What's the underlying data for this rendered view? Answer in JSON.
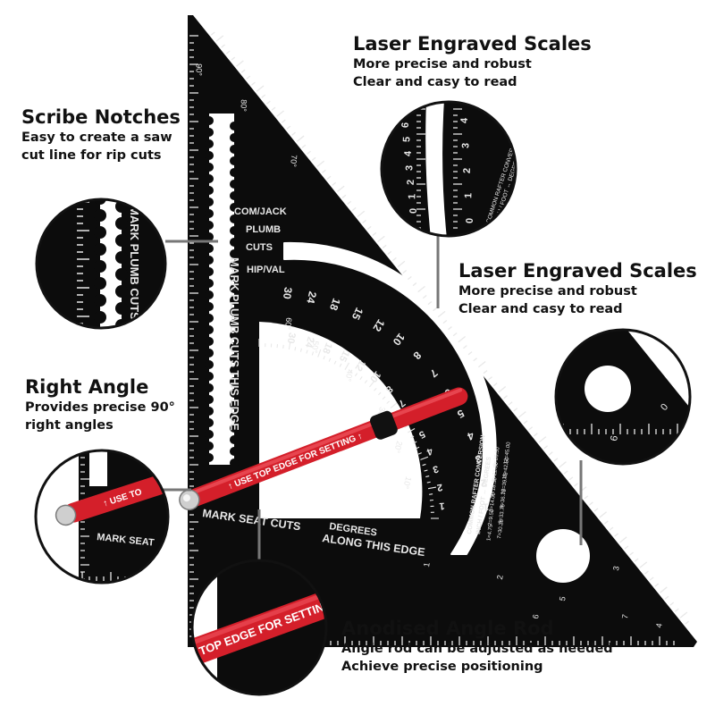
{
  "callouts": {
    "scribe": {
      "title": "Scribe Notches",
      "lines": [
        "Easy to create a saw",
        "cut line for rip cuts"
      ]
    },
    "laser_top": {
      "title": "Laser Engraved Scales",
      "lines": [
        "More precise and robust",
        "Clear and casy to read"
      ]
    },
    "laser_mid": {
      "title": "Laser Engraved Scales",
      "lines": [
        "More precise and robust",
        "Clear and casy to read"
      ]
    },
    "right_angle": {
      "title": "Right Angle",
      "lines": [
        "Provides precise 90°",
        "right angles"
      ]
    },
    "rod": {
      "title": "Anodised Angle Rod",
      "lines": [
        "Angle rod can be adjusted as needed",
        "Achieve precise positioning"
      ]
    }
  },
  "square": {
    "body_color": "#0c0c0c",
    "engrave_color": "#e8e8e8",
    "rod_color": "#d41f2a",
    "left_edge_text": "MARK PLUMB CUTS THIS EDGE",
    "bottom_edge_text": "MARK SEAT CUTS",
    "bottom_edge_text2": "ALONG THIS EDGE",
    "degrees_label": "DEGREES",
    "rod_text": "↑ USE TOP EDGE FOR SETTING ↑",
    "labels": [
      "COM/JACK",
      "PLUMB",
      "CUTS",
      "HIP/VAL"
    ],
    "scale_outer": [
      "30",
      "24",
      "18",
      "15",
      "12",
      "10",
      "8",
      "7",
      "6",
      "5",
      "4",
      "3",
      "2",
      "1"
    ],
    "scale_inner": [
      "30",
      "24",
      "18",
      "15",
      "12",
      "10",
      "8",
      "7",
      "6",
      "5",
      "4",
      "3",
      "2",
      "1"
    ],
    "degree_marks": [
      "90°",
      "80°",
      "70°",
      "60°",
      "50°",
      "40°",
      "30°",
      "20°",
      "10°"
    ],
    "conversion_title": "COMMON RAFTER CONVERSION",
    "conversion_sub": "INCH / FOOT ↔ DEGREES",
    "conversion_rows": [
      "1=4.75",
      "2=9.50",
      "3=14.00",
      "4=18.50",
      "5=22.50",
      "6=26.50",
      "7=30.25",
      "8=33.75",
      "9=36.75",
      "10=39.75",
      "11=42.50",
      "12=45.00"
    ],
    "ruler_numbers": [
      "1",
      "2",
      "3",
      "4",
      "5",
      "6",
      "7"
    ]
  },
  "insets": {
    "scribe_text": "MARK PLUMB CUTS THIS",
    "laser_title": "COMMON RAFTER CONVERSION",
    "laser_sub": "INCH / FOOT ↔ DEGREES",
    "laser_nums": [
      "6",
      "5",
      "4",
      "3",
      "2",
      "1",
      "0"
    ],
    "laser_nums_right": [
      "4",
      "3",
      "2",
      "1",
      "0"
    ],
    "hole_nums": [
      "6",
      "0"
    ],
    "right_text1": "↑ USE TO",
    "right_text2": "MARK SEAT",
    "rod_text": "TOP EDGE FOR SETTIN"
  }
}
